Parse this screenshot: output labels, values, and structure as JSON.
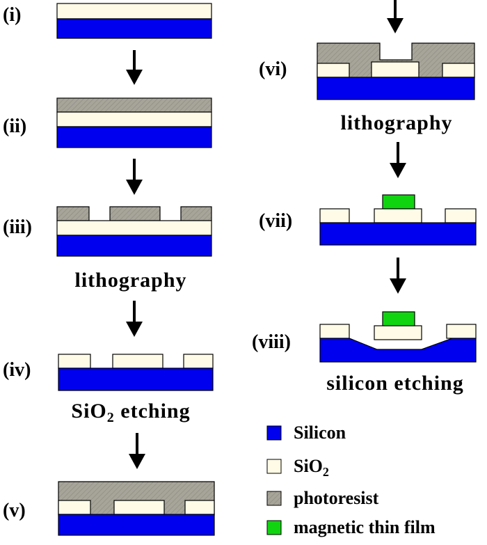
{
  "steps": {
    "i": "(i)",
    "ii": "(ii)",
    "iii": "(iii)",
    "iv": "(iv)",
    "v": "(v)",
    "vi": "(vi)",
    "vii": "(vii)",
    "viii": "(viii)"
  },
  "captions": {
    "lithography_1": "lithography",
    "sio2_etching_prefix": "SiO",
    "sio2_etching_sub": "2",
    "sio2_etching_suffix": " etching",
    "lithography_2": "lithography",
    "silicon_etching": "silicon etching"
  },
  "legend": {
    "silicon": "Silicon",
    "sio2_prefix": "SiO",
    "sio2_sub": "2",
    "photoresist": "photoresist",
    "magnetic": "magnetic thin film"
  },
  "colors": {
    "silicon": "#0000ee",
    "sio2": "#fffbe6",
    "photoresist": "#a7a59a",
    "magnetic": "#11d411"
  }
}
